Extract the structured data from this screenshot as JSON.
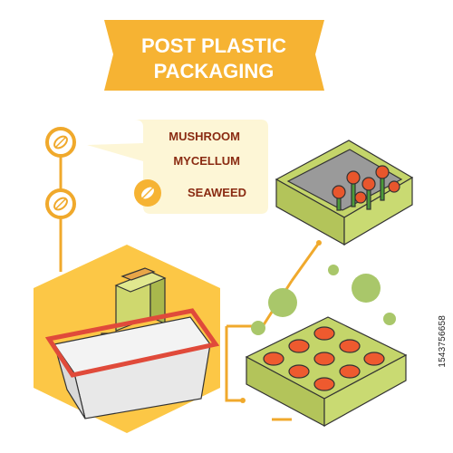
{
  "banner": {
    "line1": "POST PLASTIC",
    "line2": "PACKAGING"
  },
  "materials": [
    {
      "label": "MUSHROOM",
      "icon": "leaf-icon"
    },
    {
      "label": "MYCELLUM",
      "icon": "leaf-icon"
    },
    {
      "label": "SEAWEED",
      "icon": "seaweed-icon"
    }
  ],
  "stock_id": "1543756658",
  "colors": {
    "banner": "#f6b333",
    "hexagon": "#fcc746",
    "connector": "#f0a92c",
    "text": "#8a2b12",
    "tray_green": "#c4d56a",
    "mold_hole": "#ee5a2f",
    "bubble": "#a9c76a",
    "callout": "#fdf6d6",
    "basket_rim": "#e04a3a"
  }
}
